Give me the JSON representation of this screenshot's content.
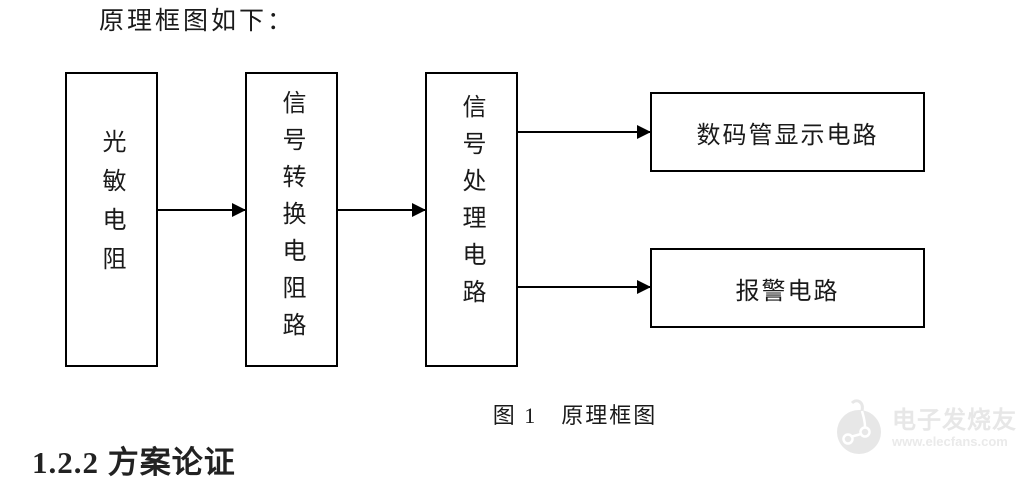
{
  "intro_text": "原理框图如下：",
  "diagram": {
    "blocks": [
      {
        "id": "photoresistor",
        "label": "光敏电阻",
        "orientation": "vertical"
      },
      {
        "id": "signal-conversion",
        "label": "信号转换电阻路",
        "orientation": "vertical"
      },
      {
        "id": "signal-processing",
        "label": "信号处理电路",
        "orientation": "vertical"
      },
      {
        "id": "display-circuit",
        "label": "数码管显示电路",
        "orientation": "horizontal"
      },
      {
        "id": "alarm-circuit",
        "label": "报警电路",
        "orientation": "horizontal"
      }
    ],
    "connections": [
      {
        "from": "光敏电阻",
        "to": "信号转换电阻路"
      },
      {
        "from": "信号转换电阻路",
        "to": "信号处理电路"
      },
      {
        "from": "信号处理电路",
        "to": "数码管显示电路"
      },
      {
        "from": "信号处理电路",
        "to": "报警电路"
      }
    ],
    "caption": "图 1　原理框图"
  },
  "section_heading": "1.2.2 方案论证",
  "watermark": {
    "brand": "电子发烧友",
    "site": "www.elecfans.com"
  },
  "colors": {
    "background": "#ffffff",
    "line": "#000000",
    "text": "#1a1a1a",
    "watermark": "#e7e7e7"
  }
}
